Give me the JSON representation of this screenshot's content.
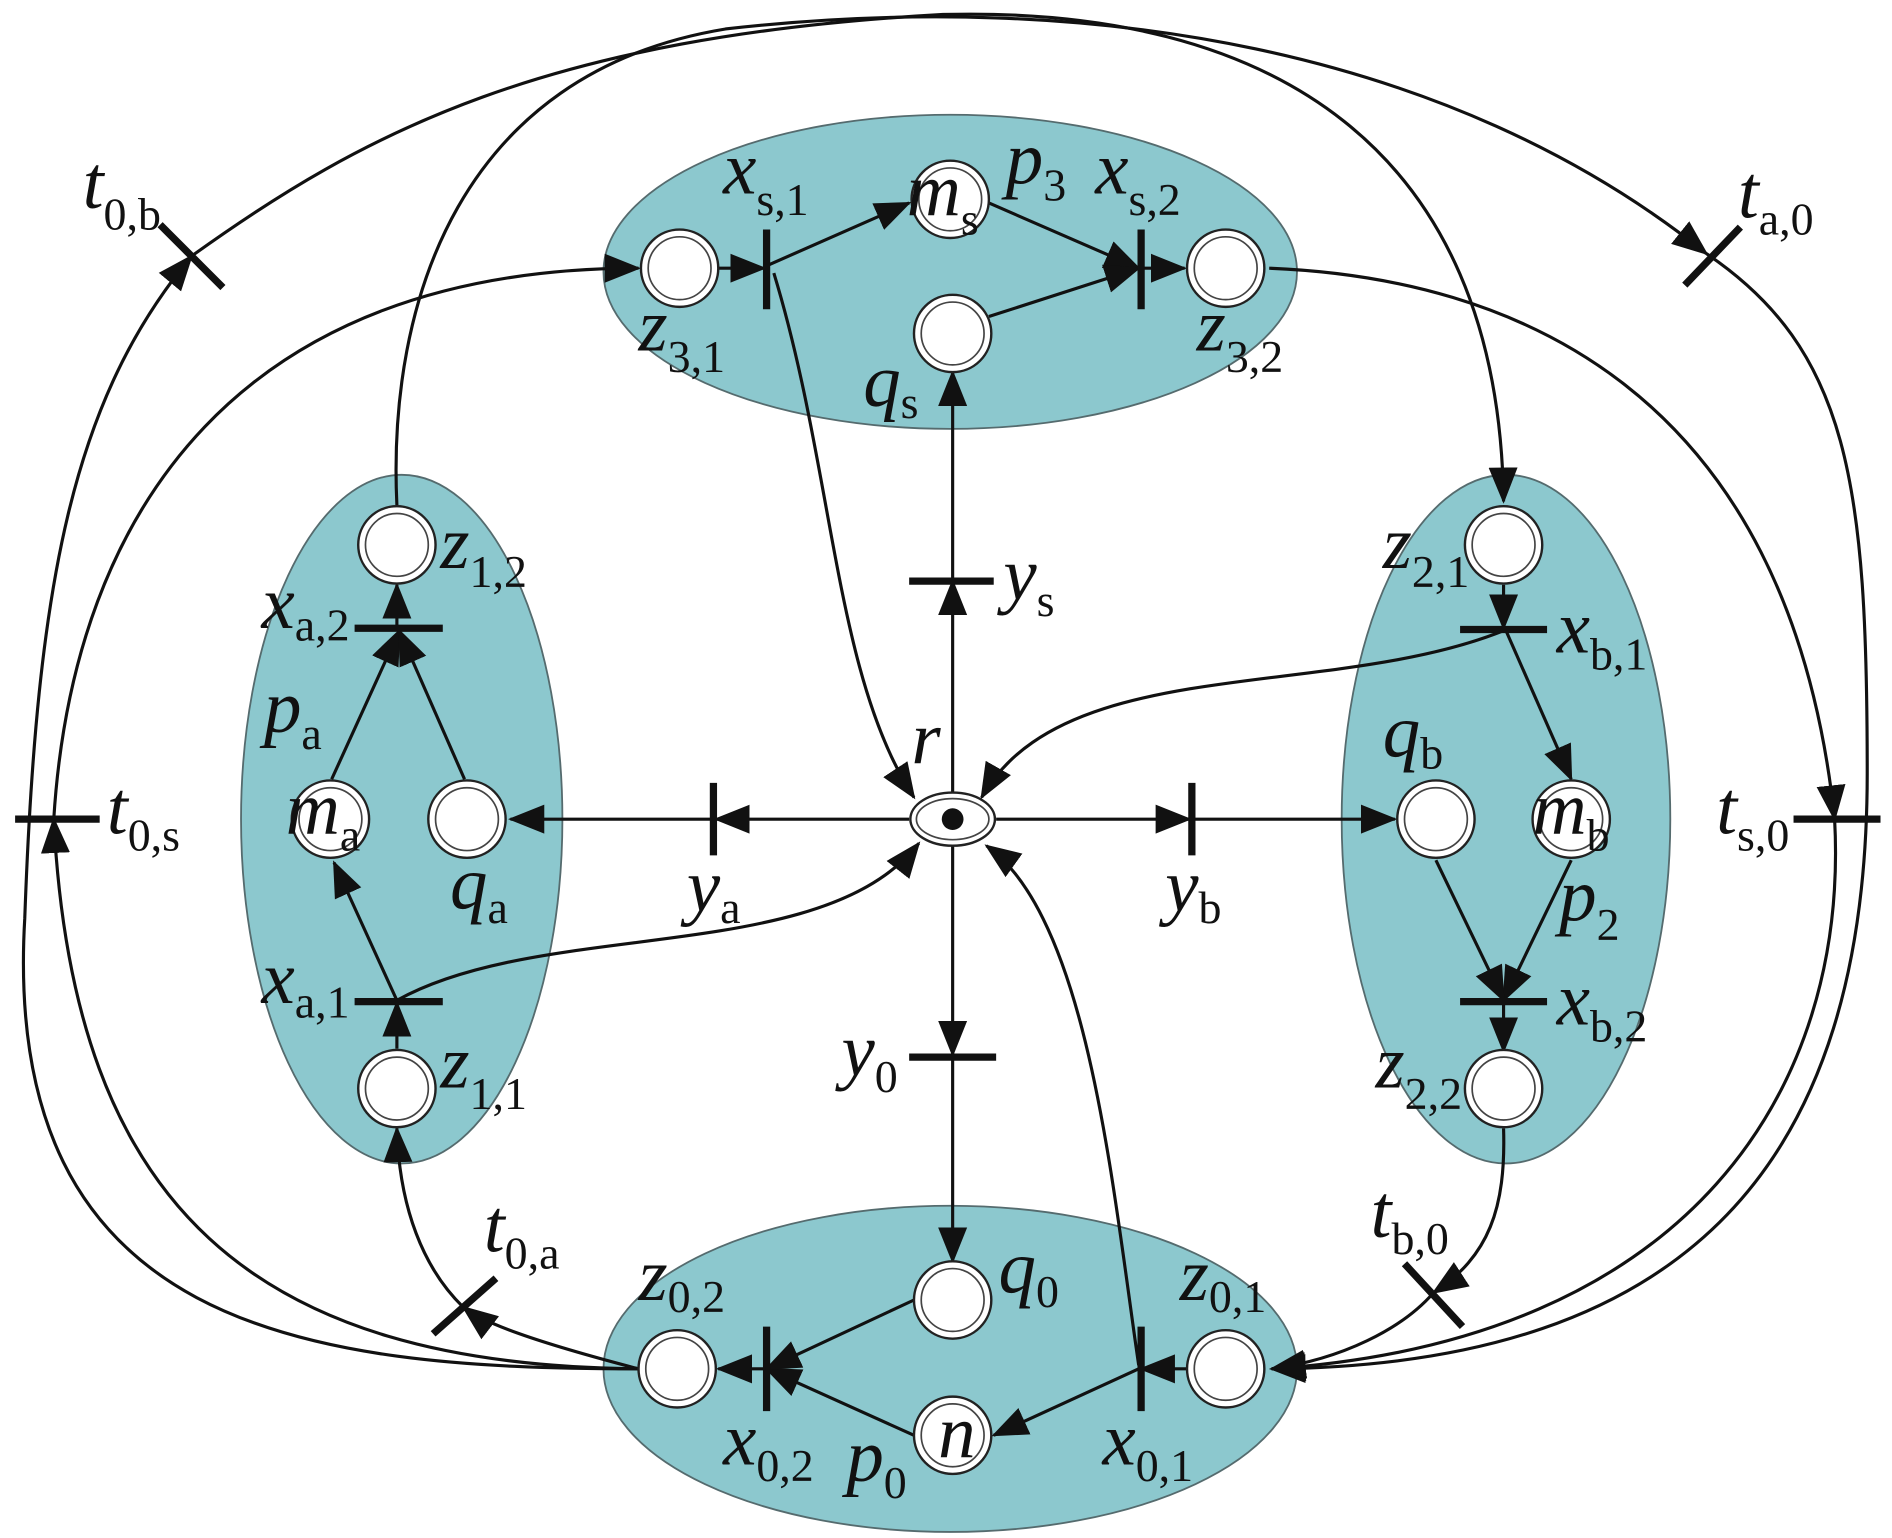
{
  "places": [
    {
      "id": "m_s",
      "main": "m",
      "sub": "s"
    },
    {
      "id": "z_3_1",
      "main": "z",
      "sub": "3,1"
    },
    {
      "id": "z_3_2",
      "main": "z",
      "sub": "3,2"
    },
    {
      "id": "q_s",
      "main": "q",
      "sub": "s"
    },
    {
      "id": "z_1_2",
      "main": "z",
      "sub": "1,2"
    },
    {
      "id": "m_a",
      "main": "m",
      "sub": "a"
    },
    {
      "id": "q_a",
      "main": "q",
      "sub": "a"
    },
    {
      "id": "z_1_1",
      "main": "z",
      "sub": "1,1"
    },
    {
      "id": "z_2_1",
      "main": "z",
      "sub": "2,1"
    },
    {
      "id": "q_b",
      "main": "q",
      "sub": "b"
    },
    {
      "id": "m_b",
      "main": "m",
      "sub": "b"
    },
    {
      "id": "z_2_2",
      "main": "z",
      "sub": "2,2"
    },
    {
      "id": "q_0",
      "main": "q",
      "sub": "0"
    },
    {
      "id": "z_0_2",
      "main": "z",
      "sub": "0,2"
    },
    {
      "id": "z_0_1",
      "main": "z",
      "sub": "0,1"
    },
    {
      "id": "n",
      "main": "n",
      "sub": ""
    },
    {
      "id": "r",
      "main": "r",
      "sub": ""
    }
  ],
  "transitions": [
    {
      "id": "x_s_1",
      "main": "x",
      "sub": "s,1"
    },
    {
      "id": "x_s_2",
      "main": "x",
      "sub": "s,2"
    },
    {
      "id": "p_3",
      "main": "p",
      "sub": "3"
    },
    {
      "id": "x_a_2",
      "main": "x",
      "sub": "a,2"
    },
    {
      "id": "p_a",
      "main": "p",
      "sub": "a"
    },
    {
      "id": "x_a_1",
      "main": "x",
      "sub": "a,1"
    },
    {
      "id": "x_b_1",
      "main": "x",
      "sub": "b,1"
    },
    {
      "id": "p_2",
      "main": "p",
      "sub": "2"
    },
    {
      "id": "x_b_2",
      "main": "x",
      "sub": "b,2"
    },
    {
      "id": "x_0_2",
      "main": "x",
      "sub": "0,2"
    },
    {
      "id": "x_0_1",
      "main": "x",
      "sub": "0,1"
    },
    {
      "id": "p_0",
      "main": "p",
      "sub": "0"
    },
    {
      "id": "y_s",
      "main": "y",
      "sub": "s"
    },
    {
      "id": "y_a",
      "main": "y",
      "sub": "a"
    },
    {
      "id": "y_b",
      "main": "y",
      "sub": "b"
    },
    {
      "id": "y_0",
      "main": "y",
      "sub": "0"
    },
    {
      "id": "t_0_b",
      "main": "t",
      "sub": "0,b"
    },
    {
      "id": "t_a_0",
      "main": "t",
      "sub": "a,0"
    },
    {
      "id": "t_0_s",
      "main": "t",
      "sub": "0,s"
    },
    {
      "id": "t_s_0",
      "main": "t",
      "sub": "s,0"
    },
    {
      "id": "t_0_a",
      "main": "t",
      "sub": "0,a"
    },
    {
      "id": "t_b_0",
      "main": "t",
      "sub": "b,0"
    }
  ],
  "colors": {
    "region_fill": "#8CC8CE",
    "stroke": "#111111",
    "place_fill": "#FFFFFF"
  }
}
